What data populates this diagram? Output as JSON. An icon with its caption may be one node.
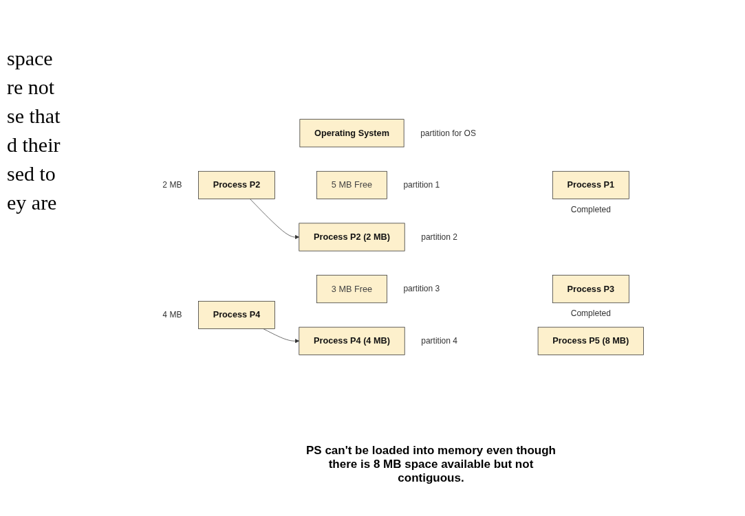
{
  "diagram": {
    "nodes": [
      {
        "text": [
          "Operating System"
        ],
        "beside": [
          "partition for OS"
        ]
      },
      {
        "text": [
          "5 MB Free"
        ],
        "beside": [
          "partition 1"
        ]
      },
      {
        "text": [
          "Process P2 (2 MB)"
        ],
        "beside": [
          "partition 2"
        ]
      },
      {
        "text": [
          "3 MB Free"
        ],
        "beside": [
          "partition 3"
        ]
      },
      {
        "text": [
          "Process P4 (4 MB)"
        ],
        "beside": [
          "partition 4"
        ]
      },
      {
        "text": [
          "Process P2"
        ],
        "beside": [
          "2 MB"
        ]
      },
      {
        "text": [
          "Process P4"
        ],
        "beside": [
          "4 MB"
        ]
      },
      {
        "text": [
          "Process P1"
        ],
        "beside": [
          "Completed"
        ]
      },
      {
        "text": [
          "Process P3"
        ],
        "beside": [
          "Completed"
        ]
      },
      {
        "text": [
          "Process P5 (8 MB)"
        ]
      }
    ],
    "edges": [
      {
        "from": 5,
        "to": 2,
        "arrow": "to"
      },
      {
        "from": 6,
        "to": 4,
        "arrow": "to"
      }
    ],
    "labels": [
      "space",
      "re not",
      "se that",
      "d their",
      "sed to",
      "ey are",
      "PS can't be loaded into memory even though there is 8 MB space available but not contiguous."
    ]
  }
}
